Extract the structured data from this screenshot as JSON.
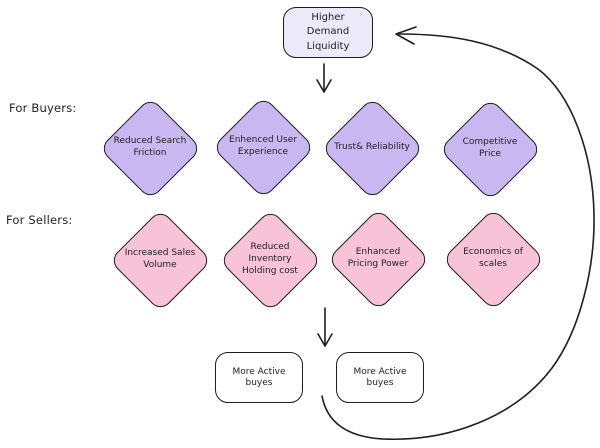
{
  "title": "Higher Demand Liquidity marketplace flywheel diagram",
  "colors": {
    "stroke": "#1e1e1e",
    "purple": "#c9b7f1",
    "pink": "#f8c3d7",
    "top_box_fill": "#eceafa",
    "outcome_fill": "#ffffff"
  },
  "top_node": {
    "label": "Higher Demand Liquidity"
  },
  "sections": {
    "buyers_label": "For Buyers:",
    "sellers_label": "For Sellers:"
  },
  "buyer_factors": [
    "Reduced Search Friction",
    "Enhenced User Experience",
    "Trust& Reliability",
    "Competitive Price"
  ],
  "seller_factors": [
    "Increased Sales Volume",
    "Reduced Inventory Holding cost",
    "Enhanced Pricing Power",
    "Economics of scales"
  ],
  "outcomes": [
    "More Active buyes",
    "More Active buyes"
  ],
  "arrows": [
    "top-node to buyer factors (down arrow)",
    "seller factors to outcomes (down arrow)",
    "outcomes feedback loop back to top node (curved arrow)"
  ]
}
